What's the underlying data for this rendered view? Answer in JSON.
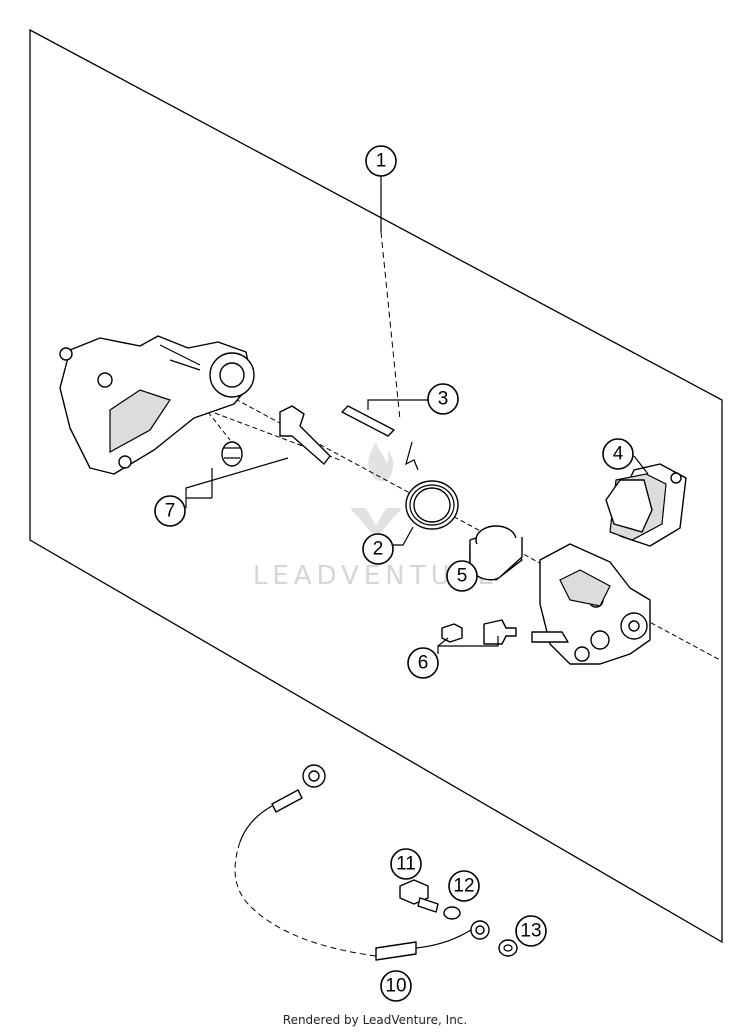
{
  "watermark": {
    "text": "LEADVENTURE"
  },
  "footer": {
    "text": "Rendered by LeadVenture, Inc."
  },
  "callouts": {
    "c1": "1",
    "c2": "2",
    "c3": "3",
    "c4": "4",
    "c5": "5",
    "c6": "6",
    "c7": "7",
    "c10": "10",
    "c11": "11",
    "c12": "12",
    "c13": "13"
  }
}
